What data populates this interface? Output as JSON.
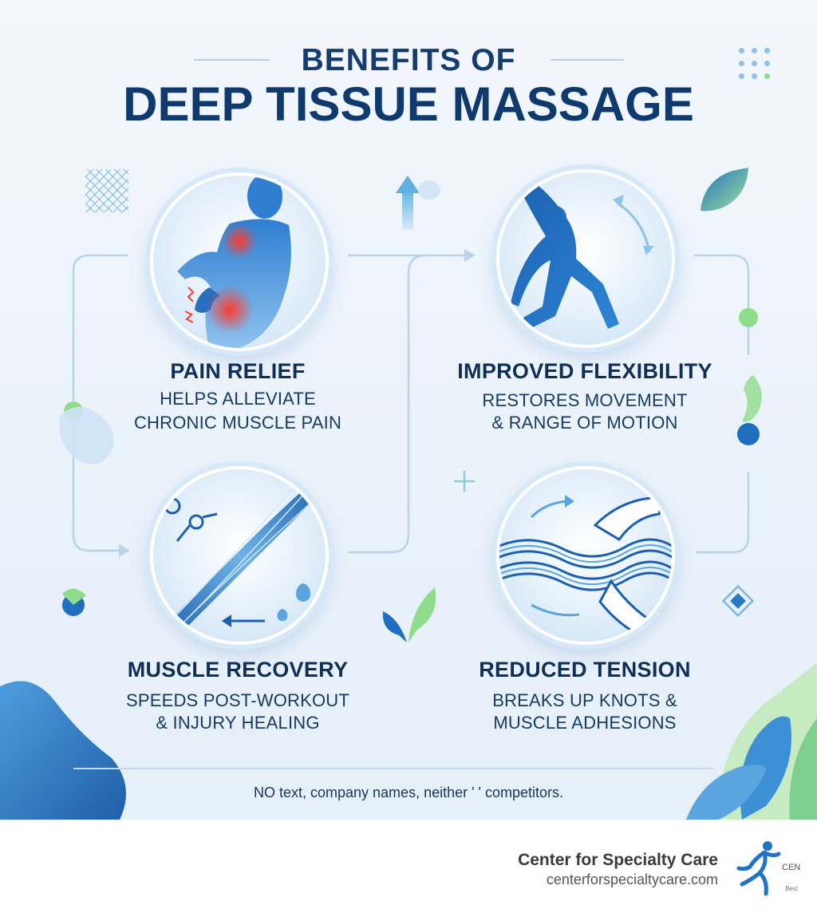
{
  "title": {
    "line1": "BENEFITS OF",
    "line2": "DEEP TISSUE MASSAGE"
  },
  "benefits": [
    {
      "title": "PAIN RELIEF",
      "desc_line1": "HELPS ALLEVIATE",
      "desc_line2": "CHRONIC MUSCLE PAIN",
      "icon": "back-pain-icon"
    },
    {
      "title": "IMPROVED FLEXIBILITY",
      "desc_line1": "RESTORES MOVEMENT",
      "desc_line2": "& RANGE OF MOTION",
      "icon": "stretching-figure-icon"
    },
    {
      "title": "MUSCLE RECOVERY",
      "desc_line1": "SPEEDS POST-WORKOUT",
      "desc_line2": "& INJURY HEALING",
      "icon": "muscle-fibers-icon"
    },
    {
      "title": "REDUCED TENSION",
      "desc_line1": "BREAKS UP KNOTS &",
      "desc_line2": "MUSCLE ADHESIONS",
      "icon": "hands-massaging-icon"
    }
  ],
  "footer_note": "NO text, company names, neither ' ' competitors.",
  "brand": {
    "name": "Center for Specialty Care",
    "url": "centerforspecialtycare.com",
    "logo_partial_text": "CEN",
    "logo_tagline_partial": "Best"
  },
  "colors": {
    "primary_dark": "#0f3a6e",
    "accent_blue": "#2a78c4",
    "accent_green": "#8fdc8a",
    "pain_red": "#ff3b30"
  }
}
